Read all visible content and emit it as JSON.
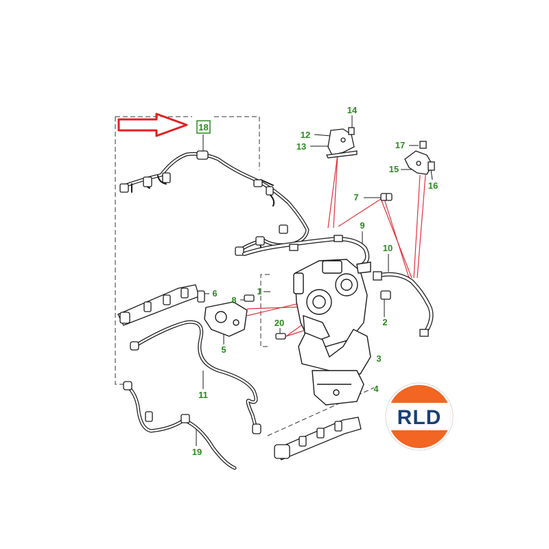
{
  "colors": {
    "callout_green": "#2a8a1e",
    "leader_red": "#e0303a",
    "arrow_red": "#e02020",
    "line": "#1a1a1a",
    "logo_orange": "#f26522",
    "logo_navy": "#1b3f73"
  },
  "diagram": {
    "parts": [
      {
        "id": "p1",
        "label": "1"
      },
      {
        "id": "p2",
        "label": "2"
      },
      {
        "id": "p3",
        "label": "3"
      },
      {
        "id": "p4",
        "label": "4"
      },
      {
        "id": "p5",
        "label": "5"
      },
      {
        "id": "p6",
        "label": "6"
      },
      {
        "id": "p7",
        "label": "7"
      },
      {
        "id": "p8",
        "label": "8"
      },
      {
        "id": "p9",
        "label": "9"
      },
      {
        "id": "p10",
        "label": "10"
      },
      {
        "id": "p11",
        "label": "11"
      },
      {
        "id": "p12",
        "label": "12"
      },
      {
        "id": "p13",
        "label": "13"
      },
      {
        "id": "p14",
        "label": "14"
      },
      {
        "id": "p15",
        "label": "15"
      },
      {
        "id": "p16",
        "label": "16"
      },
      {
        "id": "p17",
        "label": "17"
      },
      {
        "id": "p18",
        "label": "18",
        "highlighted": true
      },
      {
        "id": "p19",
        "label": "19"
      },
      {
        "id": "p20",
        "label": "20"
      }
    ],
    "highlight_arrow": {
      "points_to": "18",
      "icon": "right-arrow-icon"
    }
  },
  "logo": {
    "text": "RLD",
    "icon": "rld-logo"
  }
}
